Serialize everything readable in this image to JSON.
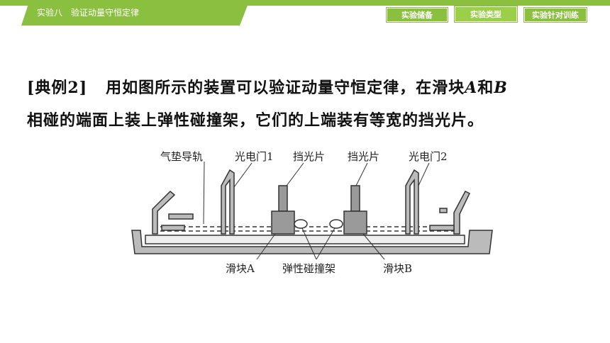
{
  "header": {
    "title": "实验八　验证动量守恒定律",
    "nav": [
      "实验储备",
      "实验类型",
      "实验针对训练"
    ],
    "accent_color": "#8bbf3f"
  },
  "content": {
    "example_tag": "[典例2]",
    "line1_part1": "用如图所示的装置可以验证动量守恒定律，在滑块",
    "var_a": "A",
    "and": "和",
    "var_b": "B",
    "line2": "相碰的端面上装上弹性碰撞架，它们的上端装有等宽的挡光片。"
  },
  "figure": {
    "label_rail": "气垫导轨",
    "label_gate1": "光电门1",
    "label_shutter_a": "挡光片",
    "label_shutter_b": "挡光片",
    "label_gate2": "光电门2",
    "label_slider_a": "滑块A",
    "label_bumper": "弹性碰撞架",
    "label_slider_b": "滑块B"
  }
}
